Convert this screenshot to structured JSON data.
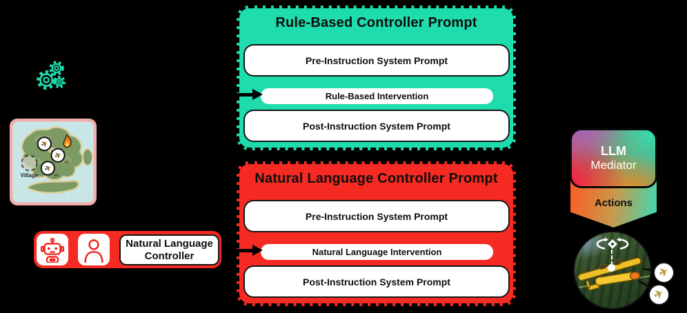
{
  "colors": {
    "background": "#000000",
    "teal_accent": "#1edcac",
    "red_accent": "#f52a22",
    "box_white": "#ffffff",
    "text_black": "#0d0d0d",
    "gear_teal": "#1edcac",
    "map_border_pink": "#f2aeab",
    "map_water": "#c8e6e8",
    "map_land_green": "#7d9a64",
    "mediator_purple": "#a864c0",
    "mediator_red": "#ff1e3c",
    "mediator_orange": "#ff8c1a",
    "mediator_teal": "#2de0b4",
    "plane_yellow": "#f0c428"
  },
  "environment_map": {
    "village_label": "Village",
    "vehicle_labels": [
      "v1",
      "v2",
      "v3"
    ]
  },
  "nl_controller": {
    "line1": "Natural Language",
    "line2": "Controller"
  },
  "rule_prompt": {
    "title": "Rule-Based Controller Prompt",
    "pre": "Pre-Instruction System Prompt",
    "intervention": "Rule-Based Intervention",
    "post": "Post-Instruction System Prompt"
  },
  "nl_prompt": {
    "title": "Natural Language Controller Prompt",
    "pre": "Pre-Instruction System Prompt",
    "intervention": "Natural Language Intervention",
    "post": "Post-Instruction System Prompt"
  },
  "mediator": {
    "title": "LLM",
    "subtitle": "Mediator",
    "actions_label": "Actions"
  }
}
